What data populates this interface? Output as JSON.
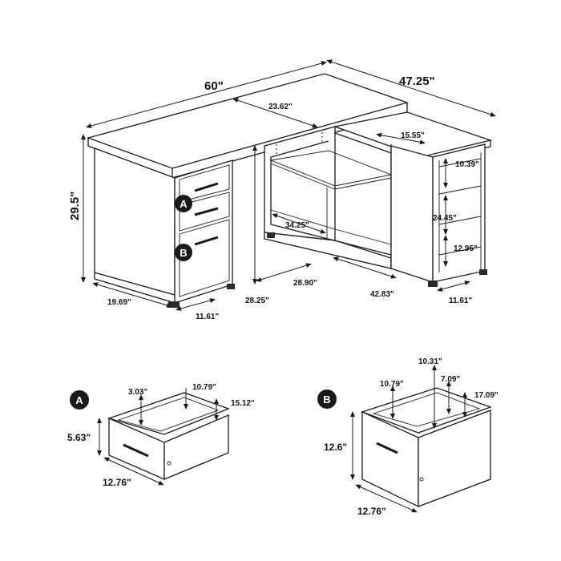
{
  "main": {
    "width": "60\"",
    "depth": "47.25\"",
    "height": "29.5\"",
    "top_inner": "23.62\"",
    "return_top": "15.55\"",
    "shelf_opening": "34.25\"",
    "knee_height": "28.25\"",
    "span": "28.90\"",
    "return_length": "42.83\"",
    "pedestal_depth": "19.69\"",
    "pedestal_width": "11.61\"",
    "return_width": "11.61\"",
    "cubby_top": "10.39\"",
    "cubby_height": "24.45\"",
    "cubby_bottom": "12.95\"",
    "drawer_a": "A",
    "drawer_b": "B"
  },
  "drawer_a": {
    "badge": "A",
    "side_height": "3.03\"",
    "inner_width": "10.79\"",
    "inner_depth": "15.12\"",
    "height": "5.63\"",
    "width": "12.76\""
  },
  "drawer_b": {
    "badge": "B",
    "top_width": "10.31\"",
    "inner_width": "10.79\"",
    "side_height": "7.09\"",
    "inner_depth": "17.09\"",
    "height": "12.6\"",
    "width": "12.76\""
  }
}
